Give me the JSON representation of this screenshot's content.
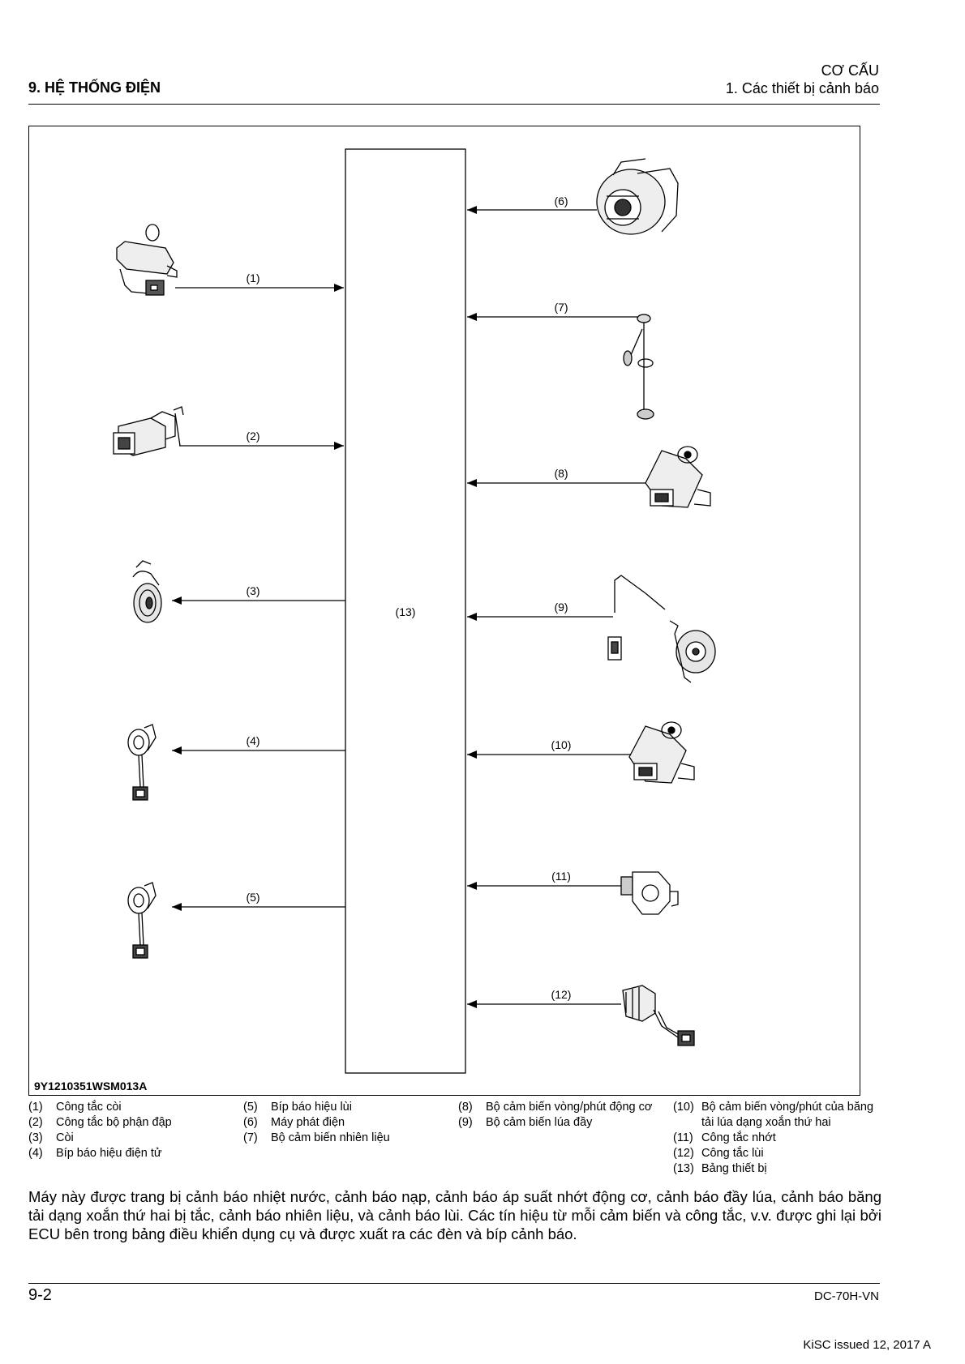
{
  "header": {
    "section_title": "9. HỆ THỐNG ĐIỆN",
    "category": "CƠ CẤU",
    "subsection": "1. Các thiết bị cảnh báo"
  },
  "figure": {
    "code": "9Y1210351WSM013A",
    "panel_label": "(13)",
    "left_components": [
      {
        "id": "(1)",
        "direction": "to-panel",
        "icon": "horn-switch-icon"
      },
      {
        "id": "(2)",
        "direction": "to-panel",
        "icon": "pedal-switch-icon"
      },
      {
        "id": "(3)",
        "direction": "from-panel",
        "icon": "horn-icon"
      },
      {
        "id": "(4)",
        "direction": "from-panel",
        "icon": "buzzer-icon"
      },
      {
        "id": "(5)",
        "direction": "from-panel",
        "icon": "buzzer-icon"
      }
    ],
    "right_components": [
      {
        "id": "(6)",
        "icon": "alternator-icon"
      },
      {
        "id": "(7)",
        "icon": "fuel-sensor-icon"
      },
      {
        "id": "(8)",
        "icon": "rpm-sensor-icon"
      },
      {
        "id": "(9)",
        "icon": "grain-full-sensor-icon"
      },
      {
        "id": "(10)",
        "icon": "rpm-sensor-icon"
      },
      {
        "id": "(11)",
        "icon": "oil-pressure-switch-icon"
      },
      {
        "id": "(12)",
        "icon": "reverse-switch-icon"
      }
    ]
  },
  "legend": {
    "col1": [
      {
        "num": "(1)",
        "text": "Công tắc còi"
      },
      {
        "num": "(2)",
        "text": "Công tắc bộ phận đập"
      },
      {
        "num": "(3)",
        "text": "Còi"
      },
      {
        "num": "(4)",
        "text": "Bíp báo hiệu điện tử"
      }
    ],
    "col2": [
      {
        "num": "(5)",
        "text": "Bíp báo hiệu lùi"
      },
      {
        "num": "(6)",
        "text": "Máy phát điện"
      },
      {
        "num": "(7)",
        "text": "Bộ cảm biến nhiên liệu"
      }
    ],
    "col3": [
      {
        "num": "(8)",
        "text": "Bộ cảm biến vòng/phút động cơ"
      },
      {
        "num": "(9)",
        "text": "Bộ cảm biến lúa đầy"
      }
    ],
    "col4": [
      {
        "num": "(10)",
        "text": "Bộ cảm biến vòng/phút của băng tải lúa dạng xoắn thứ hai"
      },
      {
        "num": "(11)",
        "text": "Công tắc nhớt"
      },
      {
        "num": "(12)",
        "text": "Công tắc lùi"
      },
      {
        "num": "(13)",
        "text": "Bảng thiết bị"
      }
    ]
  },
  "body_text": "Máy này được trang bị cảnh báo nhiệt nước, cảnh báo nạp, cảnh báo áp suất nhớt động cơ, cảnh báo đầy lúa, cảnh báo băng tải dạng xoắn thứ hai bị tắc, cảnh báo nhiên liệu, và cảnh báo lùi. Các tín hiệu từ mỗi cảm biến và công tắc, v.v. được ghi lại bởi ECU bên trong bảng điều khiển dụng cụ và được xuất ra các đèn và bíp cảnh báo.",
  "footer": {
    "page_number": "9-2",
    "doc_code": "DC-70H-VN",
    "issued": "KiSC issued 12, 2017 A"
  }
}
